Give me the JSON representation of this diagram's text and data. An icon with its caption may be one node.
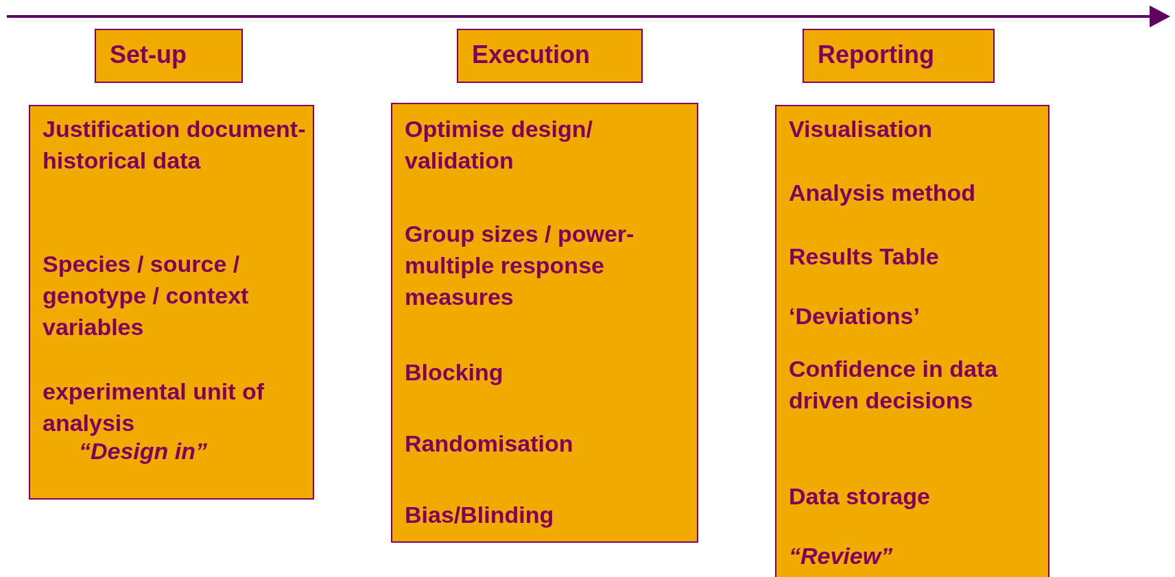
{
  "diagram": {
    "nodes": [
      {
        "text": [
          "Set-up"
        ]
      },
      {
        "text": [
          "Execution"
        ]
      },
      {
        "text": [
          "Reporting"
        ]
      },
      {
        "text": [
          "Justification document- historical data",
          "Species  / source / genotype / context variables",
          "experimental unit of analysis",
          "*“Design in”*"
        ]
      },
      {
        "text": [
          "Optimise design/ validation",
          "Group sizes / power- multiple response measures",
          "Blocking",
          "Randomisation",
          "Bias/Blinding"
        ]
      },
      {
        "text": [
          "Visualisation",
          "Analysis method",
          "Results Table",
          "‘Deviations’",
          "Confidence in data driven decisions",
          "Data storage",
          "*“Review”*"
        ]
      }
    ],
    "edges": []
  }
}
